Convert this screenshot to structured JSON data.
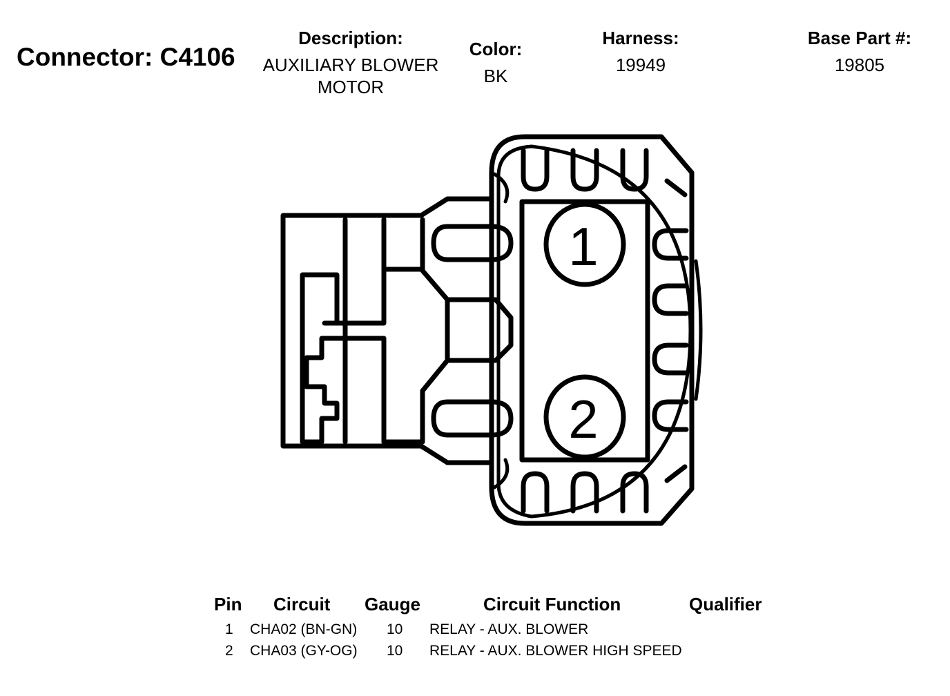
{
  "header": {
    "connector_label": "Connector: C4106",
    "description_label": "Description:",
    "description_line1": "AUXILIARY BLOWER",
    "description_line2": "MOTOR",
    "color_label": "Color:",
    "color_value": "BK",
    "harness_label": "Harness:",
    "harness_value": "19949",
    "base_part_label": "Base Part #:",
    "base_part_value": "19805"
  },
  "diagram": {
    "pins": [
      "1",
      "2"
    ]
  },
  "table": {
    "headers": {
      "pin": "Pin",
      "circuit": "Circuit",
      "gauge": "Gauge",
      "function": "Circuit Function",
      "qualifier": "Qualifier"
    },
    "rows": [
      {
        "pin": "1",
        "circuit": "CHA02 (BN-GN)",
        "gauge": "10",
        "function": "RELAY - AUX. BLOWER",
        "qualifier": ""
      },
      {
        "pin": "2",
        "circuit": "CHA03 (GY-OG)",
        "gauge": "10",
        "function": "RELAY - AUX. BLOWER HIGH SPEED",
        "qualifier": ""
      }
    ]
  }
}
